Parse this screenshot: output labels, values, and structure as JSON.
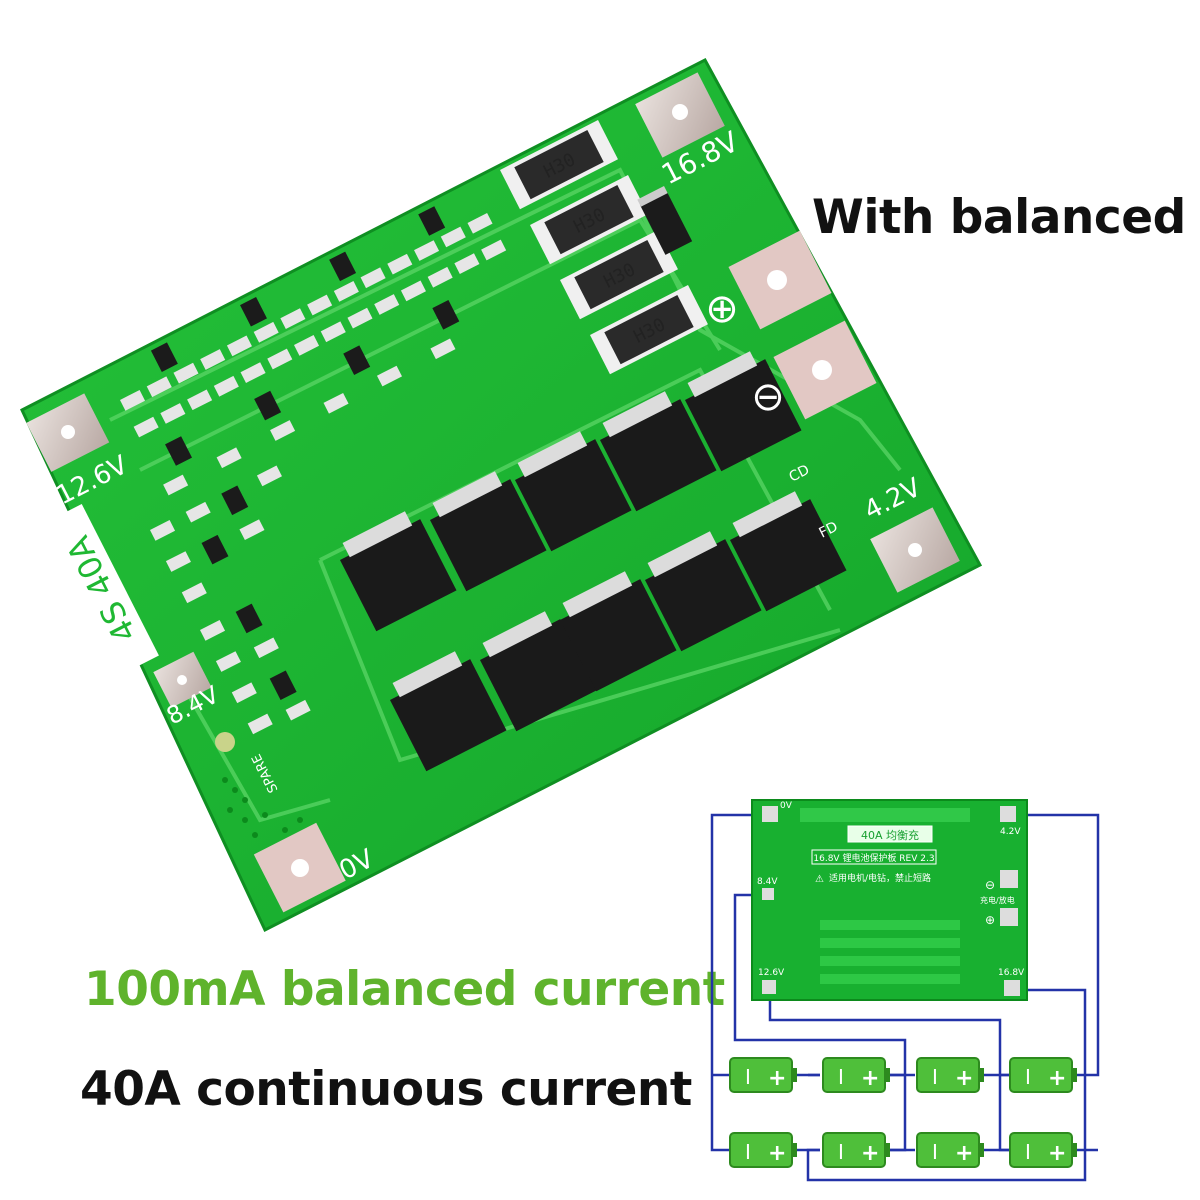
{
  "captions": {
    "balanced": "With balanced",
    "balanced_current": "100mA balanced current",
    "continuous_current": "40A continuous current"
  },
  "board": {
    "pad_168": "16.8V",
    "pad_126": "12.6V",
    "pad_84": "8.4V",
    "pad_42": "4.2V",
    "pad_0": "0V",
    "model": "4S 40A",
    "resistor_marks": [
      "H30",
      "H30",
      "H30",
      "H30"
    ],
    "cd": "CD",
    "fd": "FD",
    "spare": "SPARE",
    "plus": "⊕",
    "minus": "⊖"
  },
  "diagram": {
    "board_title": "40A 均衡充",
    "board_subtitle": "16.8V 锂电池保护板 REV 2.3",
    "warning": "适用电机/电钻，禁止短路",
    "charge_label": "充电/放电",
    "pad_0": "0V",
    "pad_42": "4.2V",
    "pad_84": "8.4V",
    "pad_126": "12.6V",
    "pad_168": "16.8V",
    "battery_minus": "I",
    "battery_plus": "+"
  },
  "colors": {
    "pcb": "#1fb833",
    "pcb_dark": "#109a24",
    "caption_green": "#5fb32c",
    "wire": "#2333a8",
    "battery": "#4fbf3a"
  }
}
